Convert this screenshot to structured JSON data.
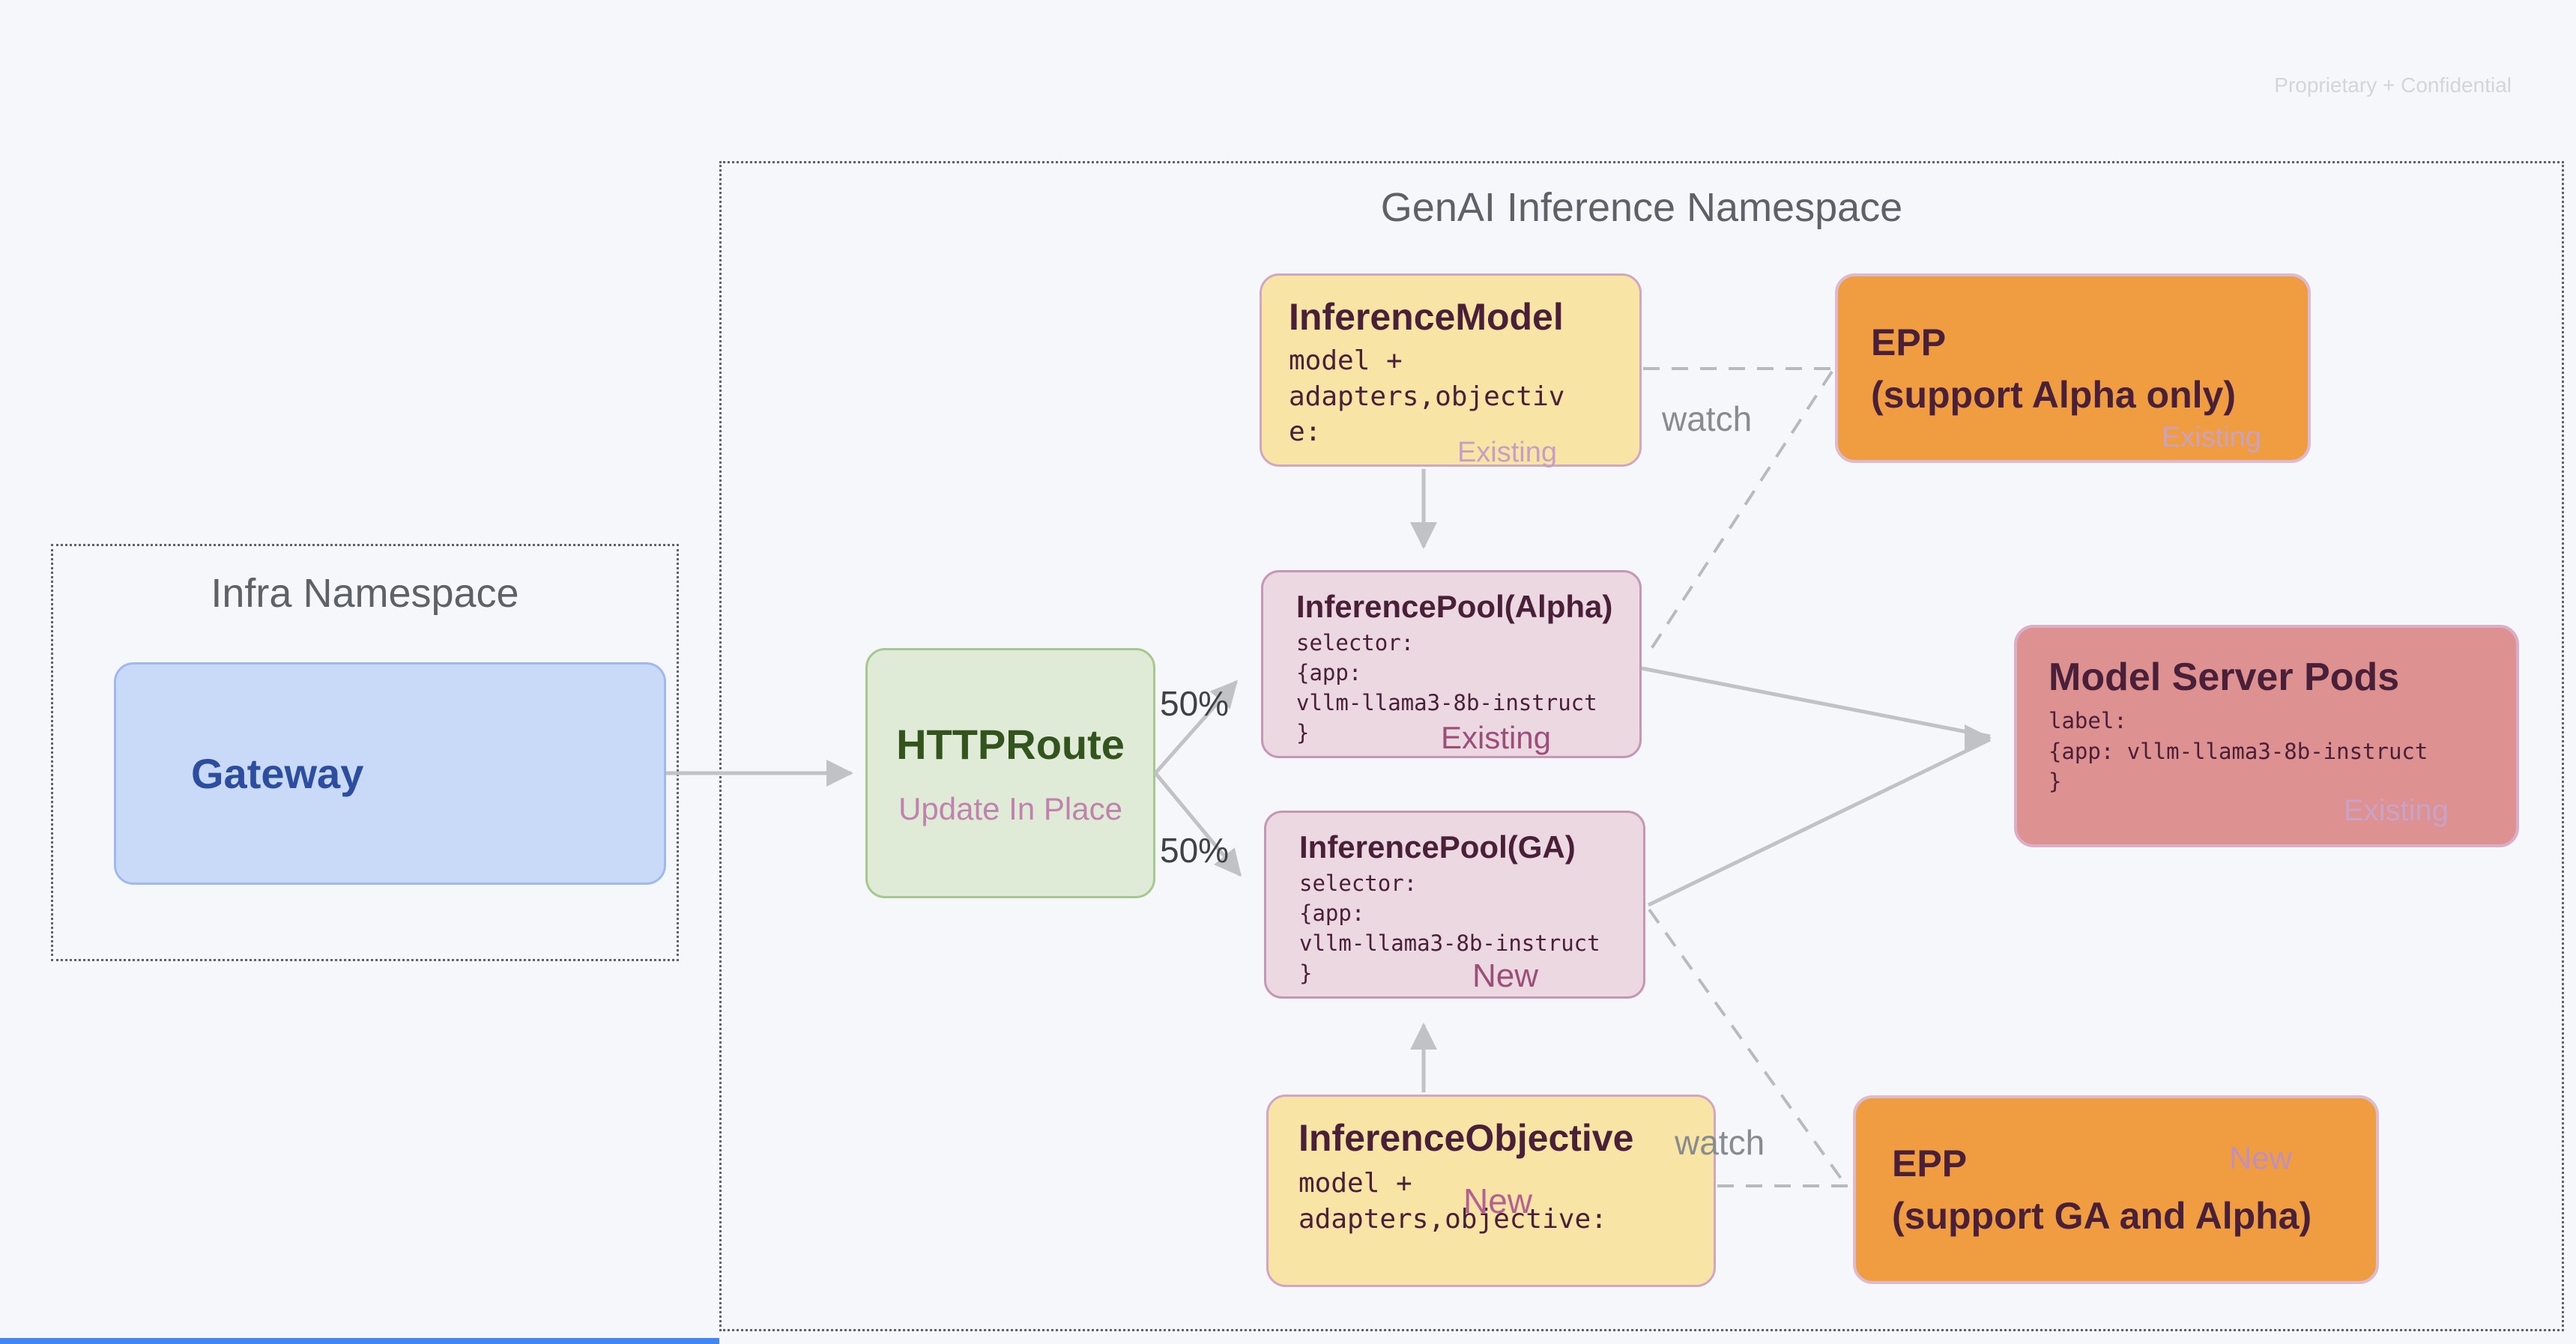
{
  "watermark": "Proprietary + Confidential",
  "colors": {
    "background": "#F6F7FA",
    "yellow_node": "#F8E4A4",
    "pink_node": "#EBD8E1",
    "orange_node": "#F09D41",
    "red_node": "#DE9191",
    "green_node": "#DFEBD6",
    "blue_node": "#C9D9F8",
    "status_existing_light": "#C9A2C2",
    "status_strong": "#9D4E78",
    "connector_gray": "#C0C2C6",
    "bottom_bar_blue": "#4285F4"
  },
  "infra_namespace": {
    "title": "Infra Namespace",
    "gateway": {
      "label": "Gateway"
    }
  },
  "genai_namespace": {
    "title": "GenAI Inference Namespace"
  },
  "nodes": {
    "httproute": {
      "title": "HTTPRoute",
      "subtitle": "Update In Place"
    },
    "inference_model": {
      "title": "InferenceModel",
      "code": [
        "model +",
        "adapters,objectiv",
        "e:"
      ],
      "status": "Existing"
    },
    "epp_alpha": {
      "title_line1": "EPP",
      "title_line2": "(support Alpha only)",
      "status": "Existing"
    },
    "pool_alpha": {
      "title": "InferencePool(Alpha)",
      "code": [
        "selector:",
        "{app:",
        "vllm-llama3-8b-instruct",
        "}"
      ],
      "status": "Existing"
    },
    "pool_ga": {
      "title": "InferencePool(GA)",
      "code": [
        "selector:",
        "{app:",
        "vllm-llama3-8b-instruct",
        "}"
      ],
      "status": "New"
    },
    "model_server_pods": {
      "title": "Model Server Pods",
      "code": [
        "label:",
        "{app: vllm-llama3-8b-instruct",
        "}"
      ],
      "status": "Existing"
    },
    "inference_objective": {
      "title": "InferenceObjective",
      "code": [
        "model +",
        "adapters,objective:"
      ],
      "status": "New"
    },
    "epp_ga": {
      "title_line1": "EPP",
      "title_line2": "(support GA and Alpha)",
      "status": "New"
    }
  },
  "edge_labels": {
    "watch_top": "watch",
    "watch_bottom": "watch",
    "split_top": "50%",
    "split_bottom": "50%"
  }
}
